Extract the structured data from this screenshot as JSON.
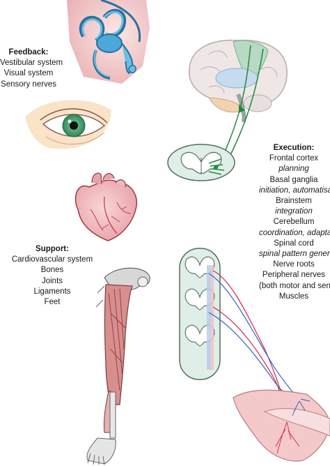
{
  "feedback": {
    "heading": "Feedback:",
    "items": [
      "Vestibular system",
      "Visual system",
      "Sensory nerves"
    ]
  },
  "execution": {
    "heading": "Execution:",
    "items": [
      {
        "text": "Frontal cortex",
        "style": "normal"
      },
      {
        "text": "planning",
        "style": "italic"
      },
      {
        "text": "Basal ganglia",
        "style": "normal"
      },
      {
        "text": "initiation, automatisation",
        "style": "italic"
      },
      {
        "text": "Brainstem",
        "style": "normal"
      },
      {
        "text": "integration",
        "style": "italic"
      },
      {
        "text": "Cerebellum",
        "style": "normal"
      },
      {
        "text": "coordination, adaptation",
        "style": "italic"
      },
      {
        "text": "Spinal cord",
        "style": "normal"
      },
      {
        "text": "spinal pattern generators",
        "style": "italic"
      },
      {
        "text": "Nerve roots",
        "style": "normal"
      },
      {
        "text": "Peripheral nerves",
        "style": "normal"
      },
      {
        "text": "(both motor and sensory)",
        "style": "normal"
      },
      {
        "text": "Muscles",
        "style": "normal"
      }
    ]
  },
  "support": {
    "heading": "Support:",
    "items": [
      "Cardiovascular system",
      "Bones",
      "Joints",
      "Ligaments",
      "Feet"
    ]
  },
  "colors": {
    "motor_red": "#d8224a",
    "sensory_blue": "#2f5fbf",
    "pathway_green": "#1f8a3c",
    "cord_fill": "#dfeee6",
    "skin_pink": "#f3c9c9"
  }
}
